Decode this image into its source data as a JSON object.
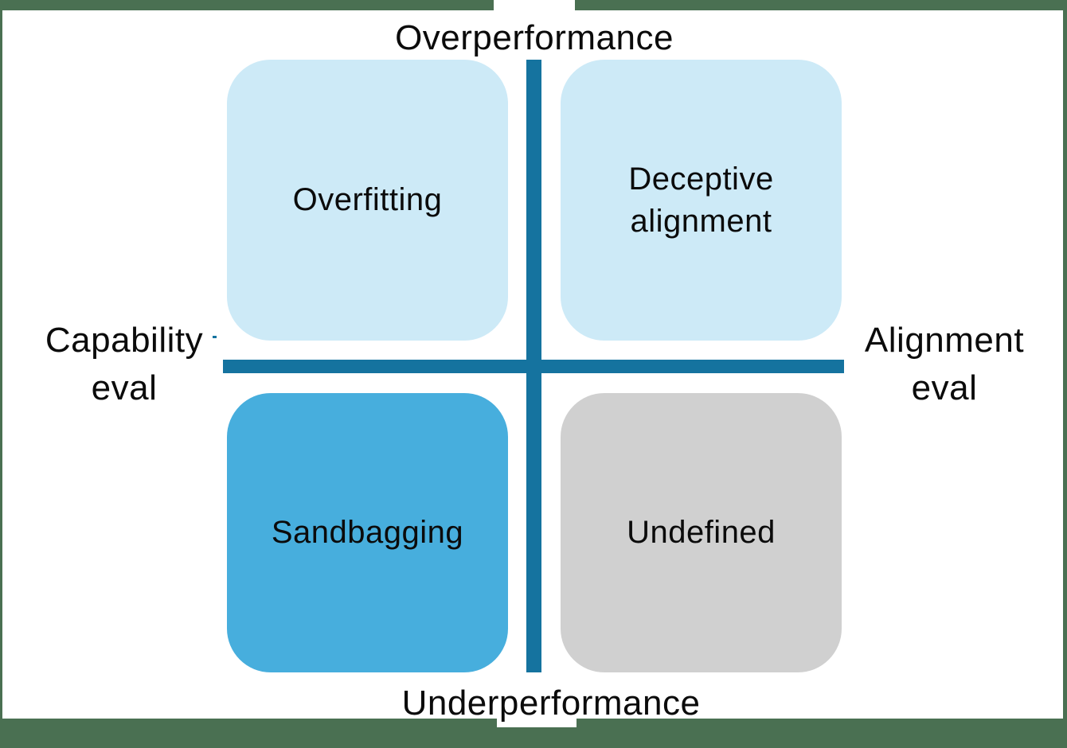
{
  "page": {
    "background_color": "#4a7052",
    "panel_color": "#ffffff",
    "description": "2x2 quadrant diagram of AI evaluation outcomes"
  },
  "colors": {
    "axis": "#15739f",
    "quadrant_light_blue": "#cdeaf7",
    "quadrant_mid_blue": "#47aedd",
    "quadrant_gray": "#d0d0d0",
    "text": "#0b0b0b"
  },
  "axis_labels": {
    "top": "Overperformance",
    "bottom": "Underperformance",
    "left": {
      "line1": "Capability",
      "line2": "eval"
    },
    "right": {
      "line1": "Alignment",
      "line2": "eval"
    }
  },
  "quadrants": {
    "top_left": {
      "label": "Overfitting",
      "color": "#cdeaf7"
    },
    "top_right": {
      "label_line1": "Deceptive",
      "label_line2": "alignment",
      "color": "#cdeaf7"
    },
    "bottom_left": {
      "label": "Sandbagging",
      "color": "#47aedd"
    },
    "bottom_right": {
      "label": "Undefined",
      "color": "#d0d0d0"
    }
  }
}
